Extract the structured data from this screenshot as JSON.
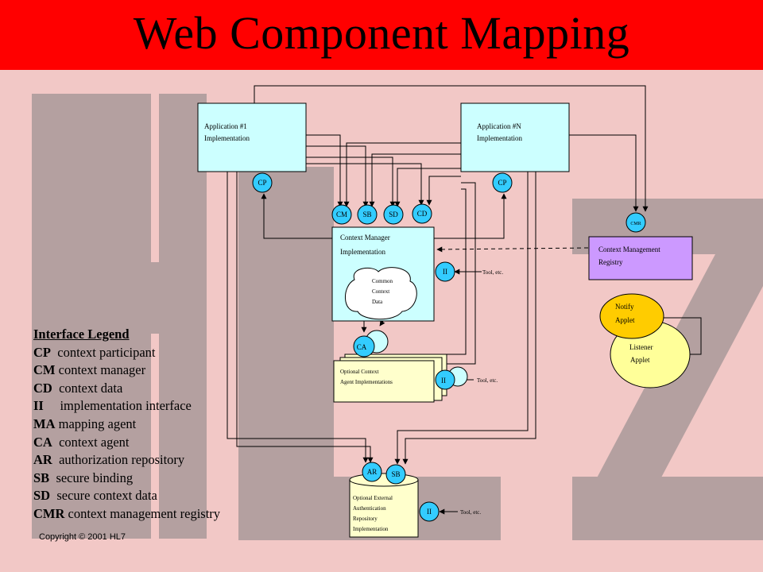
{
  "title": "Web Component Mapping",
  "boxes": {
    "app1": [
      "Application #1",
      "Implementation"
    ],
    "appN": [
      "Application #N",
      "Implementation"
    ],
    "cm": [
      "Context Manager",
      "Implementation"
    ],
    "ccd": [
      "Common",
      "Context",
      "Data"
    ],
    "cmr_box": [
      "Context Management",
      "Registry"
    ],
    "notify": [
      "Notify",
      "Applet"
    ],
    "listener": [
      "Listener",
      "Applet"
    ],
    "agent": [
      "Optional Context",
      "Agent Implementations"
    ],
    "auth": [
      "Optional External",
      "Authentication",
      "Repository",
      "Implementation"
    ]
  },
  "interfaces": {
    "cp1": "CP",
    "cpN": "CP",
    "cm": "CM",
    "sb": "SB",
    "sd": "SD",
    "cd": "CD",
    "cmr": "CMR",
    "ii_cm": "II",
    "ca": "CA",
    "ii_agent": "II",
    "ar": "AR",
    "sb_auth": "SB",
    "ii_auth": "II"
  },
  "tool_labels": {
    "t1": "Tool, etc.",
    "t2": "Tool, etc.",
    "t3": "Tool, etc."
  },
  "legend": {
    "heading": "Interface Legend",
    "items": [
      {
        "abbr": "CP",
        "desc": "context participant"
      },
      {
        "abbr": "CM",
        "desc": "context manager"
      },
      {
        "abbr": "CD",
        "desc": "context data"
      },
      {
        "abbr": "II",
        "desc": "implementation interface"
      },
      {
        "abbr": "MA",
        "desc": "mapping agent"
      },
      {
        "abbr": "CA",
        "desc": "context agent"
      },
      {
        "abbr": "AR",
        "desc": "authorization repository"
      },
      {
        "abbr": "SB",
        "desc": "secure binding"
      },
      {
        "abbr": "SD",
        "desc": "secure context data"
      },
      {
        "abbr": "CMR",
        "desc": "context management registry"
      }
    ]
  },
  "copyright": "Copyright © 2001 HL7",
  "colors": {
    "header": "#ff0000",
    "background": "#f2c8c6",
    "watermark": "#b4a0a0",
    "app_box": "#ccffff",
    "circle": "#33ccff",
    "cmr_box": "#cc99ff",
    "notify": "#ffcc00",
    "listener": "#ffff99",
    "agent_box": "#ffffcc"
  }
}
